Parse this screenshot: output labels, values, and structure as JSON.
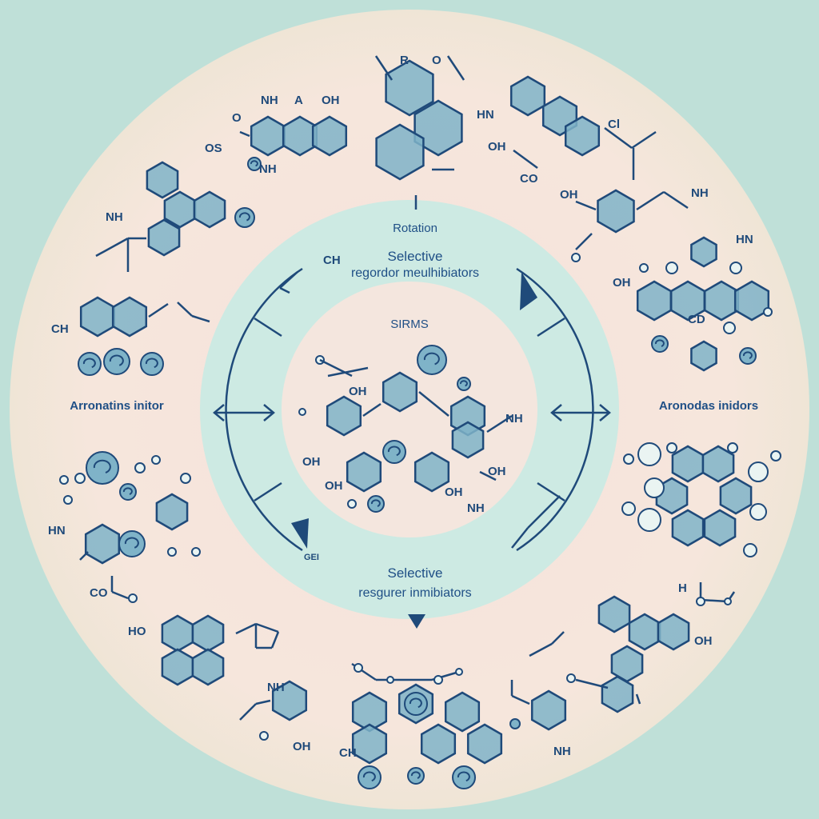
{
  "labels": {
    "center": "SIRMS",
    "rotation": "Rotation",
    "top_selective": "Selective",
    "top_regulator": "regordor meulhibiators",
    "left_group": "Arronatins initor",
    "right_group": "Aronodas inidors",
    "bottom_selective": "Selective",
    "bottom_regulator": "resgurer inmibiators"
  },
  "atoms": {
    "t_r": "R",
    "t_o": "O",
    "tl_nh": "NH",
    "tl_a": "A",
    "tl_oh": "OH",
    "tl_o1": "O",
    "tl_os": "OS",
    "tl_nh2": "NH",
    "tr_hn": "HN",
    "tr_oh": "OH",
    "tr_cl": "Cl",
    "tr_co": "CO",
    "ul_nh": "NH",
    "rt_oh": "OH",
    "rt_nh": "NH",
    "rm_hn": "HN",
    "rm_oh": "OH",
    "rm_cd": "CD",
    "l_ch": "CH",
    "c_ch": "CH",
    "c_oh1": "OH",
    "c_oh2": "OH",
    "c_oh3": "OH",
    "c_oh4": "OH",
    "c_nh": "NH",
    "c_oh5": "OH",
    "c_nh2": "NH",
    "lb_hn": "HN",
    "lb_co": "CO",
    "lb_ho": "HO",
    "b_ch": "CH",
    "b_oh": "OH",
    "b_nh": "NH",
    "b_ge": "GEI",
    "rb_h": "H",
    "rb_oh": "OH",
    "br_nh": "NH"
  },
  "colors": {
    "background": "#bfe0d8",
    "outer_disc": "#f6e6dc",
    "middle_ring": "#cdeae3",
    "inner_disc": "#f4e6de",
    "ring_fill": "#7fb3c8",
    "bond": "#1f4a7a",
    "label": "#1f4f86"
  }
}
